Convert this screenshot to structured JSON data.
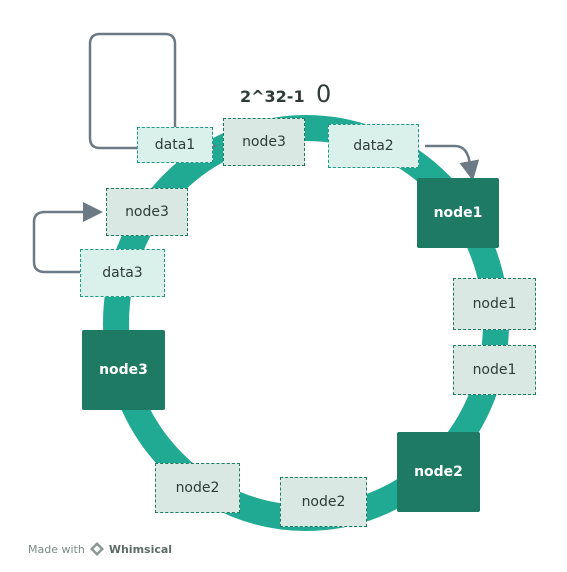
{
  "ring": {
    "max_label": "2^32-1",
    "zero_label": "0"
  },
  "nodes": {
    "node3_top": "node3",
    "node3_left_virtual": "node3",
    "node3_real": "node3",
    "node1_real": "node1",
    "node1_virtual_a": "node1",
    "node1_virtual_b": "node1",
    "node2_real": "node2",
    "node2_virtual_a": "node2",
    "node2_virtual_b": "node2"
  },
  "data_items": {
    "data1": "data1",
    "data2": "data2",
    "data3": "data3"
  },
  "footer": {
    "made_with": "Made with",
    "brand_name": "Whimsical"
  },
  "colors": {
    "ring": "#21aa93",
    "real_node": "#1f7a64",
    "virtual_node_fill": "#d9e8e3",
    "data_fill": "#d9f0eb",
    "arrow": "#6b7a85"
  }
}
